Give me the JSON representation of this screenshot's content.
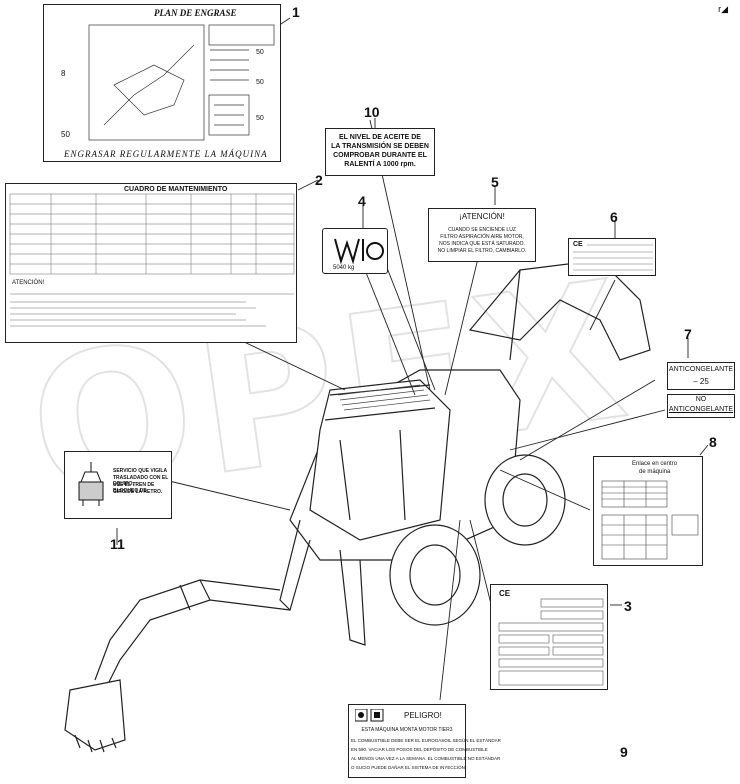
{
  "corner_mark": "r◢",
  "callouts": [
    "1",
    "2",
    "3",
    "4",
    "5",
    "6",
    "7",
    "8",
    "9",
    "10",
    "11"
  ],
  "plan": {
    "title": "PLAN DE ENGRASE",
    "footer": "ENGRASAR REGULARMENTE LA MÁQUINA",
    "hours": [
      "8",
      "50",
      "50",
      "50",
      "50"
    ]
  },
  "cuadro": {
    "title": "CUADRO DE MANTENIMIENTO",
    "note": "ATENCIÓN!"
  },
  "aceite": {
    "lines": [
      "EL NIVEL DE ACEITE DE",
      "LA TRANSMISIÓN SE DEBEN",
      "COMPROBAR DURANTE EL",
      "RALENTÍ A 1000 rpm."
    ]
  },
  "weight": {
    "value": "5040 kg"
  },
  "atencion": {
    "title": "¡ATENCIÓN!",
    "lines": [
      "CUANDO SE ENCIENDE LUZ",
      "FILTRO ASPIRACIÓN AIRE MOTOR,",
      "NOS INDICA QUE ESTÁ SATURADO.",
      "NO LIMPIAR EL FILTRO, CAMBIARLO."
    ]
  },
  "ce_plate": {
    "mark": "CE"
  },
  "anticongelante1": {
    "label": "ANTICONGELANTE",
    "value": "– 25"
  },
  "anticongelante2": {
    "label_top": "NO",
    "label": "ANTICONGELANTE"
  },
  "centro": {
    "title_1": "Enlace en centro",
    "title_2": "de máquina"
  },
  "plate3": {
    "mark": "CE"
  },
  "peligro": {
    "title": "PELIGRO!",
    "lines": [
      "ESTA MÁQUINA MONTA MOTOR TIER3",
      "EL COMBUSTIBLE DEBE SER EL EUROGASOIL SEGÚN EL ESTÁNDAR",
      "EN 590. VACIAR LOS POSOS DEL DEPÓSITO DE COMBUSTIBLE",
      "AL MENOS UNA VEZ A LA SEMANA. EL COMBUSTIBLE NO ESTÁNDAR",
      "O SUCIO PUEDE DAÑAR EL SISTEMA DE INYECCIÓN"
    ]
  },
  "servicio": {
    "lines": [
      "SERVICIO QUE VIGILA",
      "TRASLADADO CON EL EQUIPO,",
      "USE EL TREN DE BLOQUEO DE",
      "GIRO DE LA RETRO."
    ]
  }
}
